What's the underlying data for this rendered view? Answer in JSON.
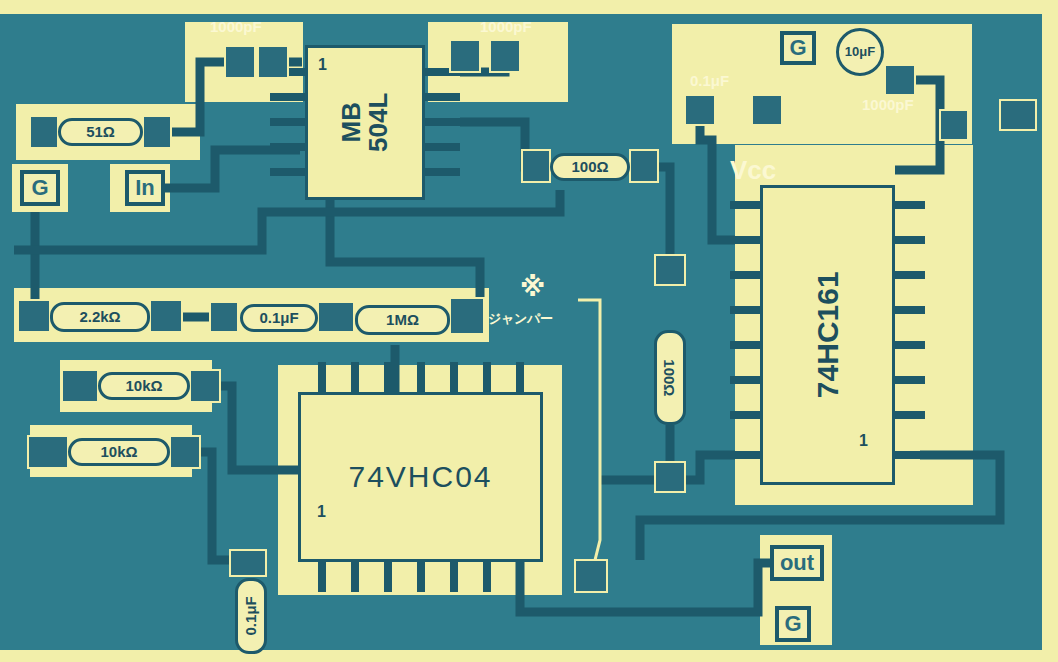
{
  "diagram": {
    "nodes": [
      {
        "text": [
          "51Ω"
        ]
      },
      {
        "text": [
          "1",
          "MB 504L"
        ]
      },
      {
        "text": [
          "100Ω"
        ]
      },
      {
        "text": [
          "G"
        ]
      },
      {
        "text": [
          "10μF"
        ]
      },
      {
        "text": [
          "G"
        ]
      },
      {
        "text": [
          "In"
        ]
      },
      {
        "text": [
          "74HC161",
          "1"
        ]
      },
      {
        "text": [
          "2.2kΩ"
        ]
      },
      {
        "text": [
          "0.1μF"
        ]
      },
      {
        "text": [
          "1MΩ"
        ]
      },
      {
        "text": [
          "100Ω"
        ]
      },
      {
        "text": [
          "10kΩ"
        ]
      },
      {
        "text": [
          "10kΩ"
        ]
      },
      {
        "text": [
          "74VHC04",
          "1"
        ]
      },
      {
        "text": [
          "0.1μF"
        ]
      },
      {
        "text": [
          "out"
        ]
      },
      {
        "text": [
          "G"
        ]
      }
    ],
    "labels": [
      "1000pF",
      "1000pF",
      "0.1μF",
      "1000pF",
      "Vcc",
      "※",
      "ジャンパー"
    ]
  }
}
